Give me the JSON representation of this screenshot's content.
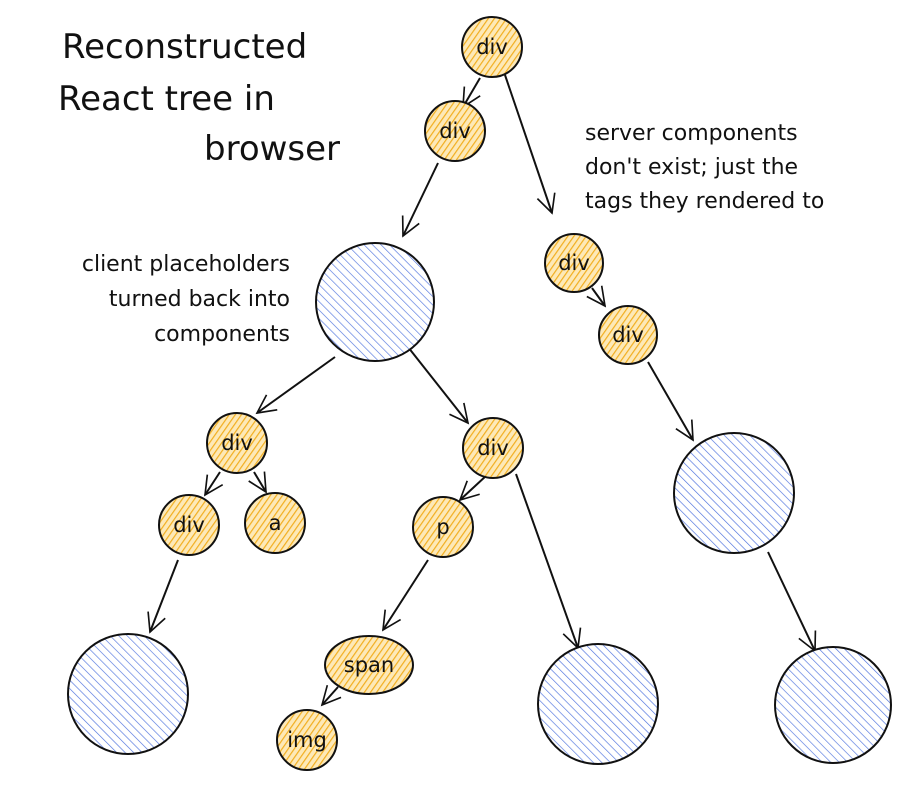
{
  "title_lines": [
    "Reconstructed",
    "React tree in",
    "browser"
  ],
  "note_server": [
    "server components",
    "don't exist; just the",
    "tags they rendered to"
  ],
  "note_client": [
    "client placeholders",
    "turned back into",
    "components"
  ],
  "nodes": {
    "root_div": "div",
    "left_div": "div",
    "right_div1": "div",
    "right_div2": "div",
    "mid_left_div": "div",
    "mid_right_div": "div",
    "leaf_div": "div",
    "leaf_a": "a",
    "leaf_p": "p",
    "leaf_span": "span",
    "leaf_img": "img"
  },
  "colors": {
    "tag_fill": "#f5b731",
    "component_fill": "#5b7ee0",
    "stroke": "#111111"
  }
}
